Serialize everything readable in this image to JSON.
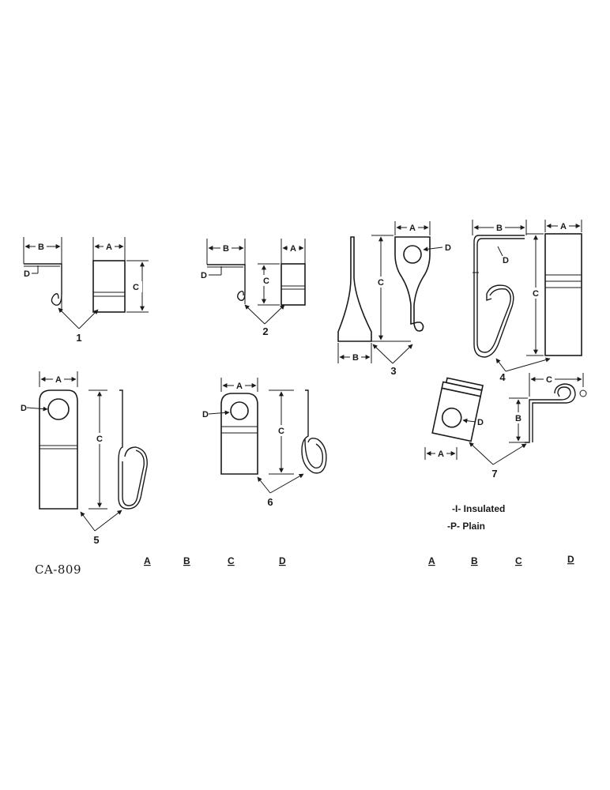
{
  "dimension_letters": {
    "a": "A",
    "b": "B",
    "c": "C",
    "d": "D"
  },
  "figures": [
    {
      "number": "1"
    },
    {
      "number": "2"
    },
    {
      "number": "3"
    },
    {
      "number": "4"
    },
    {
      "number": "5"
    },
    {
      "number": "6"
    },
    {
      "number": "7"
    }
  ],
  "legend": {
    "insulated": "-I- Insulated",
    "plain": "-P- Plain"
  },
  "drawing_code": "CA-809",
  "table_headers_left": [
    "A",
    "B",
    "C",
    "D"
  ],
  "table_headers_right": [
    "A",
    "B",
    "C",
    "D"
  ]
}
